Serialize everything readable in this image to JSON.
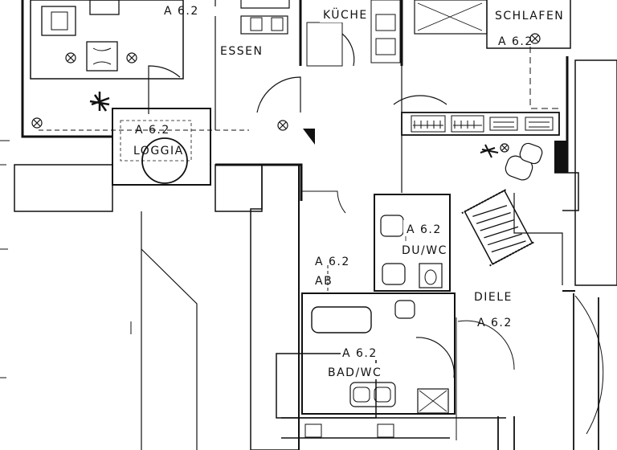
{
  "rooms": [
    {
      "key": "a62_top",
      "name": "",
      "code": "A 6.2"
    },
    {
      "key": "essen",
      "name": "ESSEN",
      "code": ""
    },
    {
      "key": "kueche",
      "name": "KÜCHE",
      "code": ""
    },
    {
      "key": "schlafen",
      "name": "SCHLAFEN",
      "code": "A 6.2"
    },
    {
      "key": "loggia",
      "name": "LOGGIA",
      "code": "A 6.2"
    },
    {
      "key": "duwc",
      "name": "DU/WC",
      "code": "A 6.2"
    },
    {
      "key": "ab",
      "name": "AB",
      "code": "A 6.2"
    },
    {
      "key": "diele",
      "name": "DIELE",
      "code": "A 6.2"
    },
    {
      "key": "badwc",
      "name": "BAD/WC",
      "code": "A 6.2"
    }
  ],
  "colors": {
    "line": "#111111",
    "paper": "#ffffff",
    "hatch": "#333333"
  }
}
